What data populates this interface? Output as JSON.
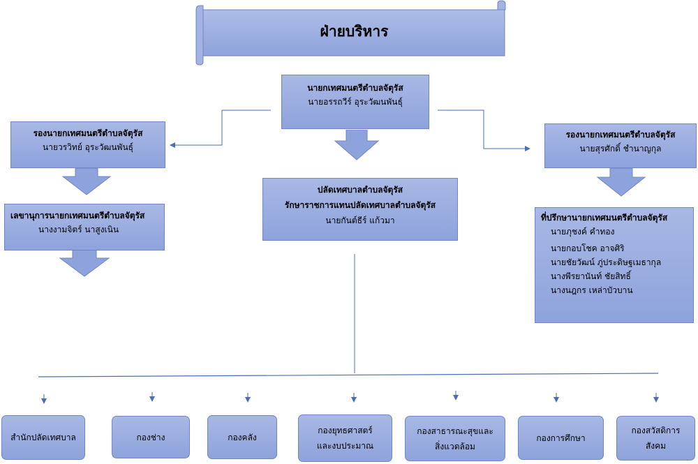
{
  "title": "ฝ่ายบริหาร",
  "mayor": {
    "position": "นายกเทศมนตรีตำบลจัตุรัส",
    "name": "นายอรรถวีร์ อุระวัฒนพันธุ์"
  },
  "deputy_left": {
    "position": "รองนายกเทศมนตรีตำบลจัตุรัส",
    "name": "นายวรวิทย์ อุระวัฒนพันธุ์"
  },
  "deputy_right": {
    "position": "รองนายกเทศมนตรีตำบลจัตุรัส",
    "name": "นายสุรศักดิ์ ชำนาญกุล"
  },
  "secretary": {
    "position": "เลขานุการนายกเทศมนตรีตำบลจัตุรัส",
    "name": "นางงามจิตร์ นาสูงเนิน"
  },
  "clerk": {
    "position1": "ปลัดเทศบาลตำบลจัตุรัส",
    "position2": "รักษาราชการแทนปลัดเทศบาลตำบลจัตุรัส",
    "name": "นายกันต์ธีร์ แก้วมา"
  },
  "advisors": {
    "position": "ที่ปรึกษานายกเทศมนตรีตำบลจัตุรัส",
    "names": [
      "นายภุชงค์ คำทอง",
      "นายกอบโชค อาจศิริ",
      "นายชัยวัฒน์ ภู่ประดิษฐเมธากุล",
      "นางพีรยานันท์ ชัยสิทธิ์",
      "นางนฎกร เหล่าบัวบาน"
    ]
  },
  "departments": [
    {
      "line1": "สำนักปลัดเทศบาล",
      "line2": ""
    },
    {
      "line1": "กองช่าง",
      "line2": ""
    },
    {
      "line1": "กองคลัง",
      "line2": ""
    },
    {
      "line1": "กองยุทธศาสตร์",
      "line2": "และงบประมาณ"
    },
    {
      "line1": "กองสาธารณะสุขและ",
      "line2": "สิ่งแวดล้อม"
    },
    {
      "line1": "กองการศึกษา",
      "line2": ""
    },
    {
      "line1": "กองสวัสดิการ",
      "line2": "สังคม"
    }
  ],
  "colors": {
    "box_fill": "#9aaee0",
    "box_border": "#6f85c5",
    "line": "#4a6fb5"
  }
}
